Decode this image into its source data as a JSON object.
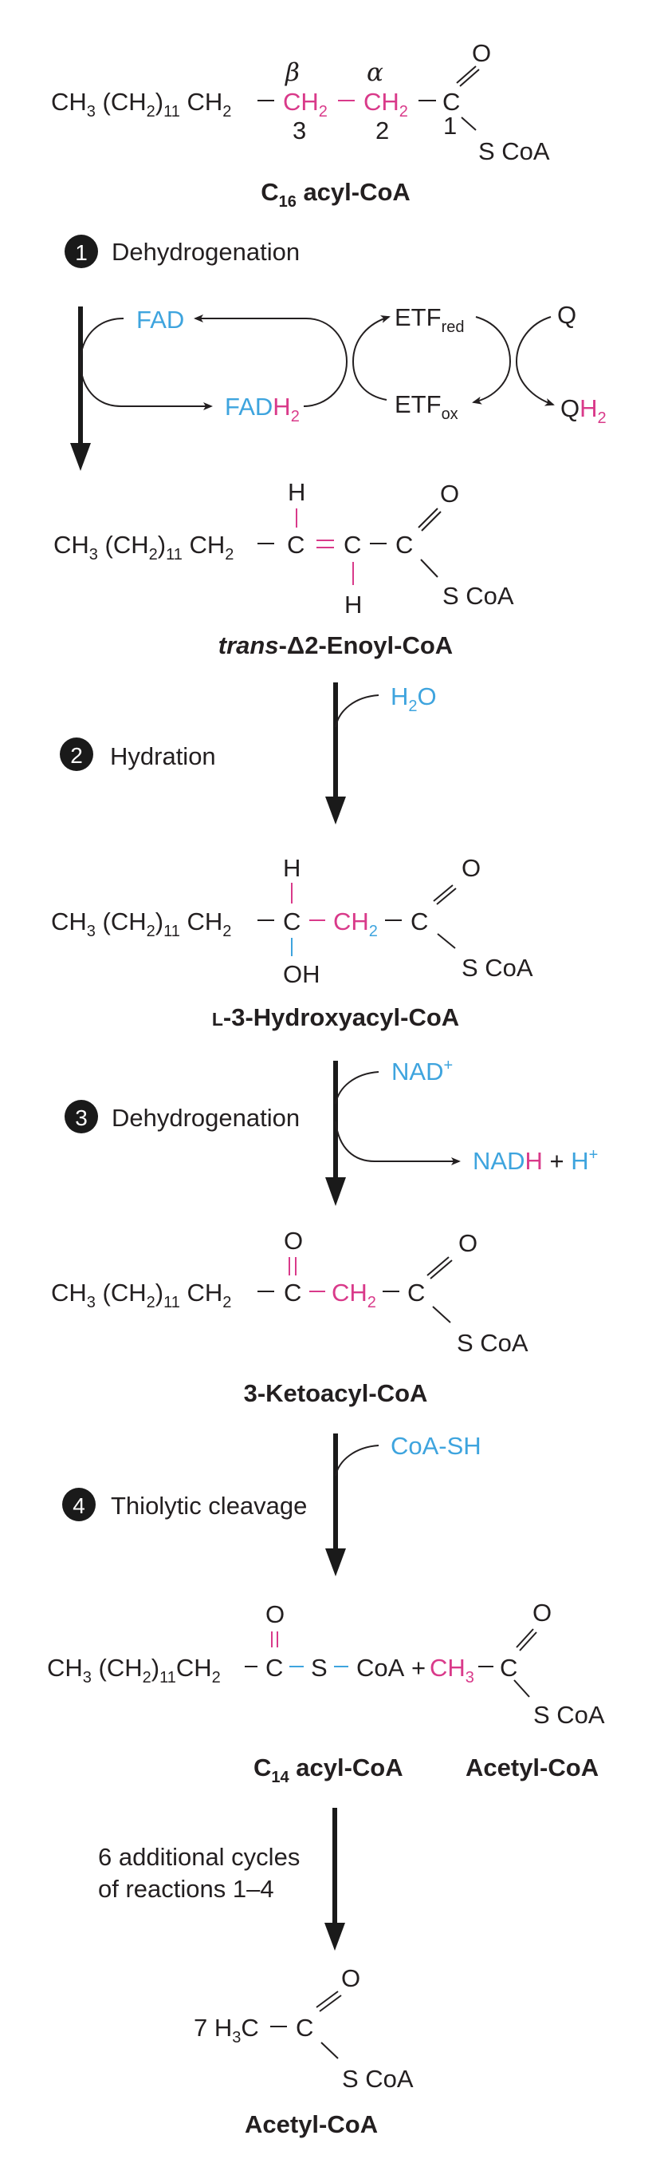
{
  "colors": {
    "black": "#231f20",
    "pink": "#d93a8a",
    "blue": "#3ea4de"
  },
  "row1": {
    "chain": [
      [
        "CH",
        "k"
      ],
      [
        "3",
        "k",
        "s"
      ],
      [
        " (CH",
        "k"
      ],
      [
        "2",
        "k",
        "s"
      ],
      [
        ")",
        "k"
      ],
      [
        "11",
        "k",
        "s"
      ],
      [
        " CH",
        "k"
      ],
      [
        "2",
        "k",
        "s"
      ]
    ],
    "beta_ch2": [
      [
        "CH",
        "p"
      ],
      [
        "2",
        "p",
        "s"
      ]
    ],
    "alpha_ch2": [
      [
        "CH",
        "p"
      ],
      [
        "2",
        "p",
        "s"
      ]
    ],
    "c": "C",
    "o": "O",
    "scoa": "S CoA",
    "beta": "β",
    "alpha": "α",
    "num3": "3",
    "num2": "2",
    "num1": "1",
    "title": [
      [
        "C",
        "k"
      ],
      [
        "16",
        "k",
        "s"
      ],
      [
        " acyl-CoA",
        "k"
      ]
    ]
  },
  "step1": {
    "number": "1",
    "label": "Dehydrogenation"
  },
  "cycle": {
    "fad": [
      [
        "FAD",
        "b"
      ]
    ],
    "fadh2": [
      [
        "FAD",
        "b"
      ],
      [
        "H",
        "p"
      ],
      [
        "2",
        "p",
        "s"
      ]
    ],
    "etf_red": [
      [
        "ETF",
        "k"
      ],
      [
        "red",
        "k",
        "s"
      ]
    ],
    "etf_ox": [
      [
        "ETF",
        "k"
      ],
      [
        "ox",
        "k",
        "s"
      ]
    ],
    "q": [
      [
        "Q",
        "k"
      ]
    ],
    "qh2": [
      [
        "Q",
        "k"
      ],
      [
        "H",
        "p"
      ],
      [
        "2",
        "p",
        "s"
      ]
    ]
  },
  "row2": {
    "chain": [
      [
        "CH",
        "k"
      ],
      [
        "3",
        "k",
        "s"
      ],
      [
        " (CH",
        "k"
      ],
      [
        "2",
        "k",
        "s"
      ],
      [
        ")",
        "k"
      ],
      [
        "11",
        "k",
        "s"
      ],
      [
        " CH",
        "k"
      ],
      [
        "2",
        "k",
        "s"
      ]
    ],
    "c_a": "C",
    "c_b": "C",
    "h_top": "H",
    "h_bottom": "H",
    "c": "C",
    "o": "O",
    "scoa": "S CoA",
    "title": [
      [
        "trans",
        "k",
        "i"
      ],
      [
        "-Δ2-Enoyl-CoA",
        "k"
      ]
    ]
  },
  "step2": {
    "number": "2",
    "label": "Hydration",
    "reagent": [
      [
        "H",
        "b"
      ],
      [
        "2",
        "b",
        "s"
      ],
      [
        "O",
        "b"
      ]
    ]
  },
  "row3": {
    "chain": [
      [
        "CH",
        "k"
      ],
      [
        "3",
        "k",
        "s"
      ],
      [
        " (CH",
        "k"
      ],
      [
        "2",
        "k",
        "s"
      ],
      [
        ")",
        "k"
      ],
      [
        "11",
        "k",
        "s"
      ],
      [
        " CH",
        "k"
      ],
      [
        "2",
        "k",
        "s"
      ]
    ],
    "c3": "C",
    "h": "H",
    "oh": "OH",
    "ch2": [
      [
        "CH",
        "p"
      ],
      [
        "2",
        "b",
        "s"
      ]
    ],
    "c": "C",
    "o": "O",
    "scoa": "S CoA",
    "title": [
      [
        "L",
        "k",
        "sc"
      ],
      [
        "-3-Hydroxyacyl-CoA",
        "k"
      ]
    ]
  },
  "step3": {
    "number": "3",
    "label": "Dehydrogenation",
    "reagent": [
      [
        "NAD",
        "b"
      ],
      [
        "+",
        "b",
        "sup"
      ]
    ],
    "product": [
      [
        "NAD",
        "b"
      ],
      [
        "H",
        "p"
      ],
      [
        " + ",
        "k"
      ],
      [
        "H",
        "b"
      ],
      [
        "+",
        "b",
        "sup"
      ]
    ]
  },
  "row4": {
    "chain": [
      [
        "CH",
        "k"
      ],
      [
        "3",
        "k",
        "s"
      ],
      [
        " (CH",
        "k"
      ],
      [
        "2",
        "k",
        "s"
      ],
      [
        ")",
        "k"
      ],
      [
        "11",
        "k",
        "s"
      ],
      [
        " CH",
        "k"
      ],
      [
        "2",
        "k",
        "s"
      ]
    ],
    "c3": "C",
    "o3": "O",
    "ch2": [
      [
        "CH",
        "p"
      ],
      [
        "2",
        "p",
        "s"
      ]
    ],
    "c": "C",
    "o": "O",
    "scoa": "S CoA",
    "title": [
      [
        "3-Ketoacyl-CoA",
        "k"
      ]
    ]
  },
  "step4": {
    "number": "4",
    "label": "Thiolytic cleavage",
    "reagent": [
      [
        "CoA-SH",
        "b"
      ]
    ]
  },
  "row5": {
    "chain": [
      [
        "CH",
        "k"
      ],
      [
        "3",
        "k",
        "s"
      ],
      [
        " (CH",
        "k"
      ],
      [
        "2",
        "k",
        "s"
      ],
      [
        ")",
        "k"
      ],
      [
        "11",
        "k",
        "s"
      ],
      [
        "CH",
        "k"
      ],
      [
        "2",
        "k",
        "s"
      ]
    ],
    "c": "C",
    "o": "O",
    "s": "S",
    "coa": "CoA",
    "plus": "+",
    "ch3": [
      [
        "CH",
        "p"
      ],
      [
        "3",
        "p",
        "s"
      ]
    ],
    "acetyl_c": "C",
    "acetyl_o": "O",
    "acetyl_scoa": "S CoA",
    "title_c14": [
      [
        "C",
        "k"
      ],
      [
        "14",
        "k",
        "s"
      ],
      [
        " acyl-CoA",
        "k"
      ]
    ],
    "title_acetyl": [
      [
        "Acetyl-CoA",
        "k"
      ]
    ]
  },
  "cycles_note": {
    "line1": "6 additional cycles",
    "line2": "of reactions 1–4"
  },
  "row6": {
    "h3c": [
      [
        "7 H",
        "k"
      ],
      [
        "3",
        "k",
        "s"
      ],
      [
        "C",
        "k"
      ]
    ],
    "c": "C",
    "o": "O",
    "scoa": "S CoA",
    "title": [
      [
        "Acetyl-CoA",
        "k"
      ]
    ]
  }
}
